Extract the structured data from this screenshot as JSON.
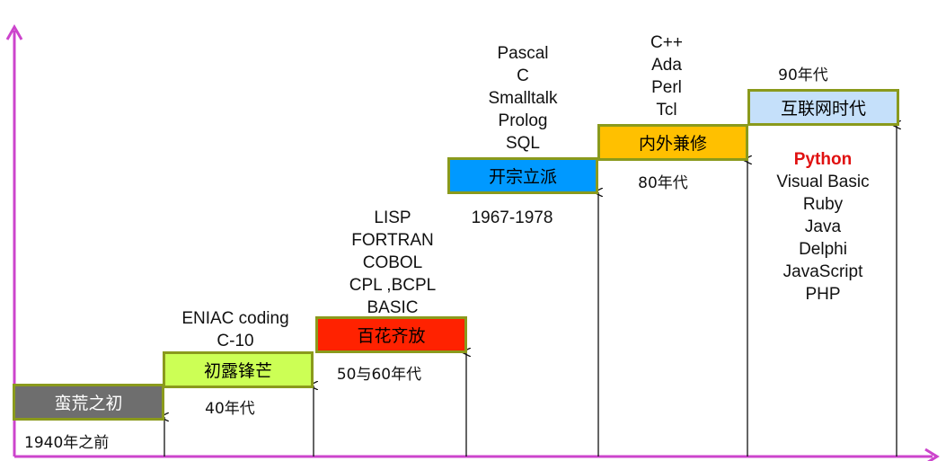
{
  "eras": [
    {
      "id": "e1",
      "label": "蛮荒之初",
      "fill": "#6e6e6e",
      "text_color": "#ffffff",
      "period": "1940年之前",
      "languages": []
    },
    {
      "id": "e2",
      "label": "初露锋芒",
      "fill": "#ccff55",
      "text_color": "#111111",
      "period": "40年代",
      "languages": [
        "ENIAC coding",
        "C-10"
      ]
    },
    {
      "id": "e3",
      "label": "百花齐放",
      "fill": "#ff2200",
      "text_color": "#111111",
      "period": "50与60年代",
      "languages": [
        "LISP",
        "FORTRAN",
        "COBOL",
        "CPL ,BCPL",
        "BASIC"
      ]
    },
    {
      "id": "e4",
      "label": "开宗立派",
      "fill": "#0099ff",
      "text_color": "#111111",
      "period": "1967-1978",
      "languages": [
        "Pascal",
        "C",
        "Smalltalk",
        "Prolog",
        "SQL"
      ]
    },
    {
      "id": "e5",
      "label": "内外兼修",
      "fill": "#ffc000",
      "text_color": "#111111",
      "period": "80年代",
      "languages": [
        "C++",
        "Ada",
        "Perl",
        "Tcl"
      ]
    },
    {
      "id": "e6",
      "label": "互联网时代",
      "fill": "#c5e0fa",
      "text_color": "#111111",
      "period": "90年代",
      "languages": [
        "Python",
        "Visual Basic",
        "Ruby",
        "Java",
        "Delphi",
        "JavaScript",
        "PHP"
      ],
      "highlighted_language": "Python",
      "highlight_color": "#e01010"
    }
  ],
  "colors": {
    "axis": "#cc44cc",
    "connector": "#111111",
    "box_border": "#8a9a1c"
  }
}
